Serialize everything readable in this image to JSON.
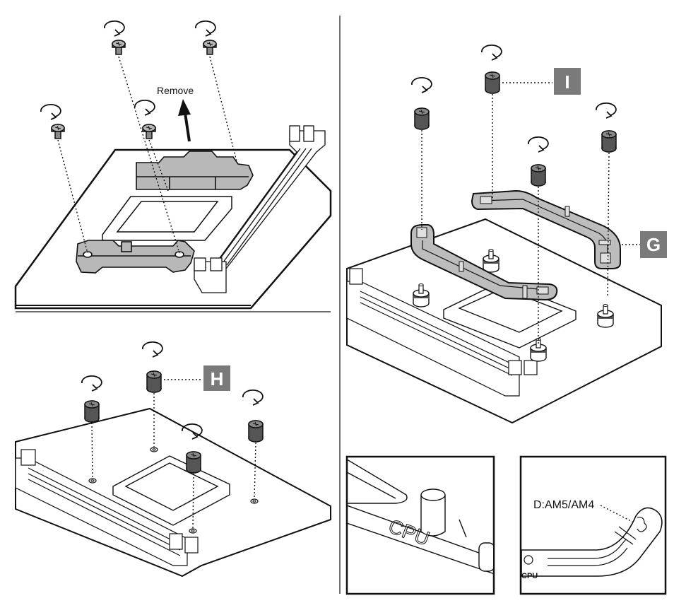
{
  "callouts": {
    "remove": "Remove",
    "badge_i": "I",
    "badge_g": "G",
    "badge_h": "H",
    "socket_mark": "D:AM5/AM4",
    "cpu_mark_small": "CPU",
    "cpu_mark_large": "CPU"
  },
  "colors": {
    "line": "#111111",
    "bracket_fill": "#b8b8b8",
    "standoff_fill": "#555555",
    "badge_fill": "#7a7a7a",
    "paper": "#ffffff"
  },
  "icons": {
    "screw": "screw-icon",
    "rotation_arrow": "rotate-arrow-icon",
    "standoff": "standoff-icon",
    "up_arrow": "arrow-up-icon"
  }
}
